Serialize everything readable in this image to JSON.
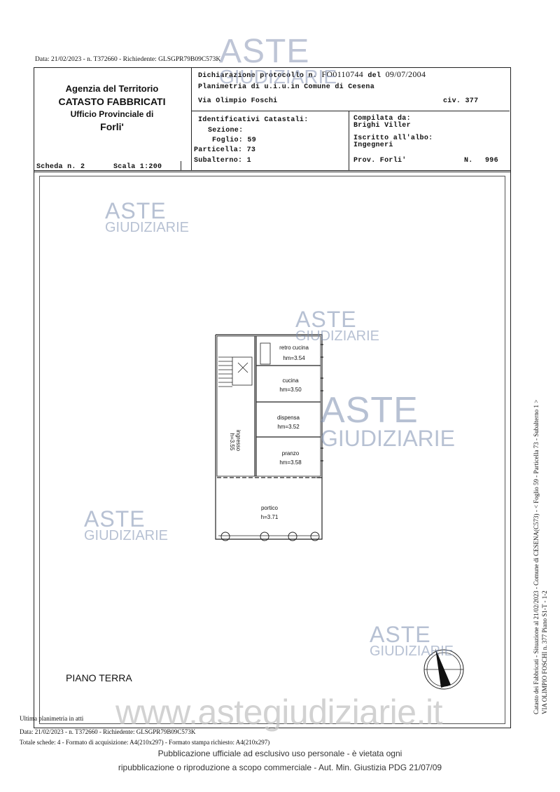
{
  "top_line": "Data: 21/02/2023 - n. T372660 - Richiedente: GLSGPR79B09C573K",
  "agency": {
    "line1": "Agenzia del Territorio",
    "line2": "CATASTO FABBRICATI",
    "line3": "Ufficio Provinciale di",
    "line4": "Forli'"
  },
  "declaration": {
    "label": "Dichiarazione protocollo n.",
    "number": "FO0110744",
    "del": "del",
    "date": "09/07/2004",
    "planimetria": "Planimetria di u.i.u.in Comune di Cesena",
    "via": "Via Olimpio Foschi",
    "civ": "civ. 377"
  },
  "identificativi": {
    "title": "Identificativi Catastali:",
    "sezione": "Sezione:",
    "foglio": "Foglio: 59",
    "particella": "Particella: 73",
    "subalterno": "Subalterno: 1"
  },
  "compilata": {
    "label": "Compilata da:",
    "name": "Brighi Viller",
    "iscritto": "Iscritto all'albo:",
    "albo": "Ingegneri",
    "prov": "Prov. Forli'",
    "n_label": "N.",
    "n_value": "996"
  },
  "scheda": "Scheda n. 2",
  "scala": "Scala 1:200",
  "rooms": [
    {
      "name": "retro cucina",
      "h": "hm=3.54"
    },
    {
      "name": "cucina",
      "h": "hm=3.50"
    },
    {
      "name": "dispensa",
      "h": "hm=3.52"
    },
    {
      "name": "pranzo",
      "h": "hm=3.58"
    },
    {
      "name": "portico",
      "h": "h=3.71"
    }
  ],
  "ingresso": {
    "name": "ingresso",
    "h": "h=3.55"
  },
  "floor_label": "PIANO TERRA",
  "watermark": {
    "brand": "ASTE",
    "sub": "GIUDIZIARIE",
    "site": "www.astegiudiziarie.it"
  },
  "ultima": "Ultima planimetria in atti",
  "bottom": {
    "line1": "Data: 21/02/2023 - n. T372660 - Richiedente: GLSGPR79B09C573K",
    "line2": "Totale schede: 4 - Formato di acquisizione: A4(210x297) - Formato stampa richiesto: A4(210x297)"
  },
  "side": {
    "line1": "Catasto dei Fabbricati - Situazione al 21/02/2023 - Comune di CESENA(C573) - < Foglio 59 - Particella 73 - Subalterno 1 >",
    "line2": "VIA OLIMPIO FOSCHI n. 377 Piano S1-T - 1-2"
  },
  "publication": {
    "line1": "Pubblicazione ufficiale ad esclusivo uso personale - è vietata ogni",
    "line2": "ripubblicazione o riproduzione a scopo commerciale - Aut. Min. Giustizia PDG 21/07/09"
  }
}
